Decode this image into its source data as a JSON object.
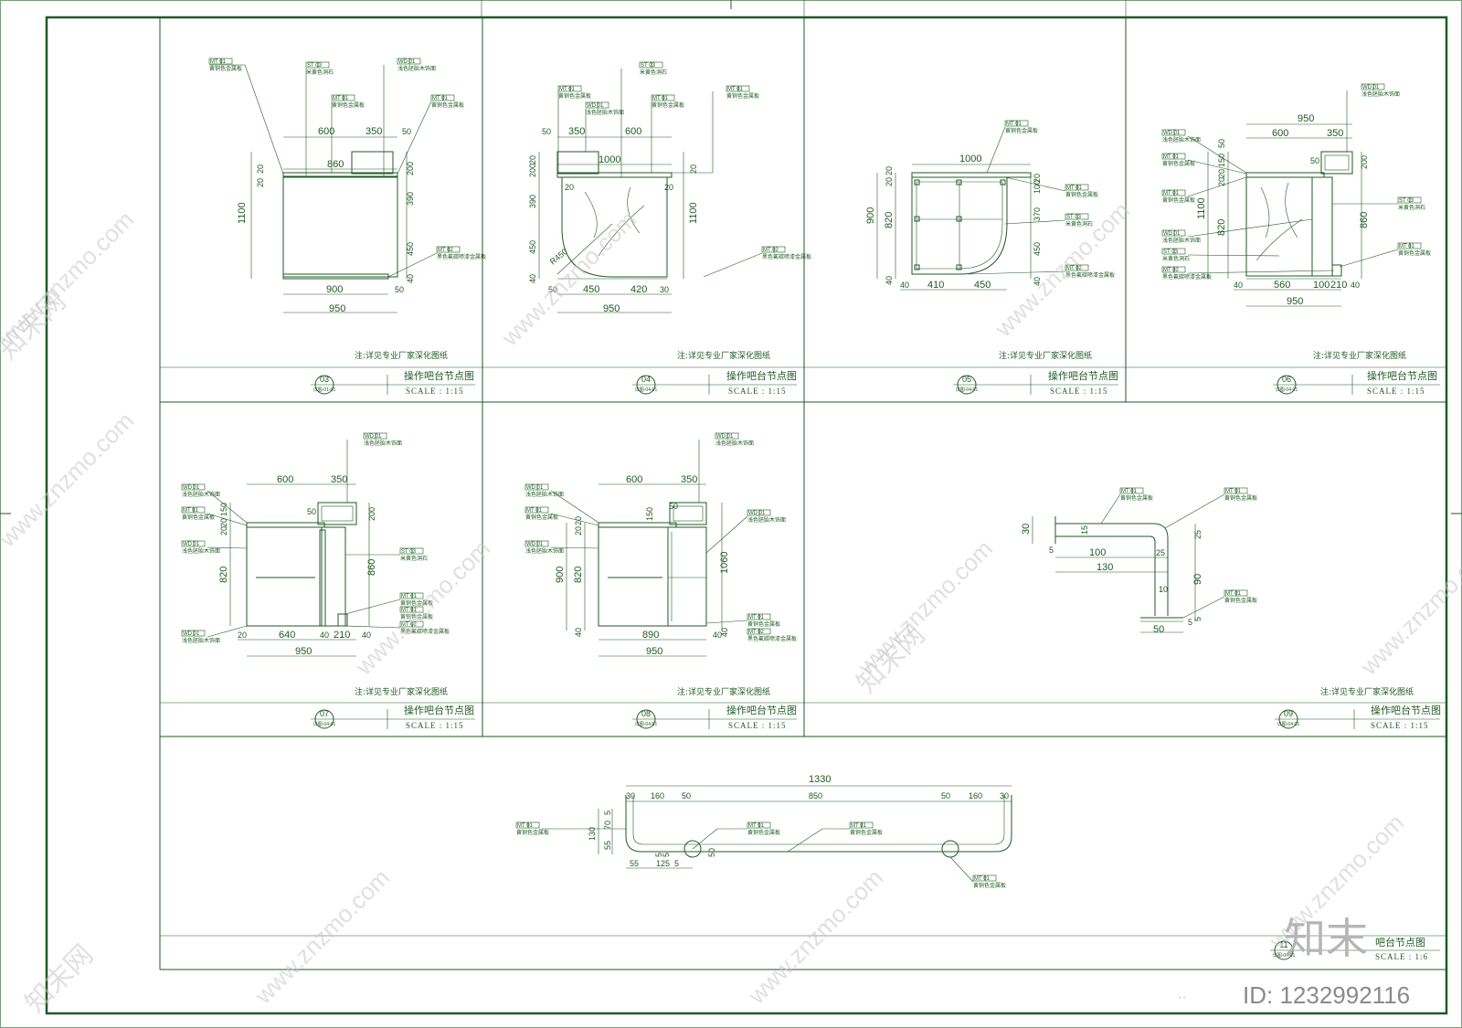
{
  "panels": [
    {
      "num": "03",
      "ref": "详图-01-01",
      "title": "操作吧台节点图",
      "scale": "SCALE : 1:15",
      "note": "注:详见专业厂家深化图纸"
    },
    {
      "num": "04",
      "ref": "详图-04-01",
      "title": "操作吧台节点图",
      "scale": "SCALE : 1:15",
      "note": "注:详见专业厂家深化图纸"
    },
    {
      "num": "05",
      "ref": "详图-04-01",
      "title": "操作吧台节点图",
      "scale": "SCALE : 1:15",
      "note": "注:详见专业厂家深化图纸"
    },
    {
      "num": "06",
      "ref": "详图-04-01",
      "title": "操作吧台节点图",
      "scale": "SCALE : 1:15",
      "note": "注:详见专业厂家深化图纸"
    },
    {
      "num": "07",
      "ref": "详图-04-01",
      "title": "操作吧台节点图",
      "scale": "SCALE : 1:15",
      "note": "注:详见专业厂家深化图纸"
    },
    {
      "num": "08",
      "ref": "详图-04-01",
      "title": "操作吧台节点图",
      "scale": "SCALE : 1:15",
      "note": "注:详见专业厂家深化图纸"
    },
    {
      "num": "09",
      "ref": "详图-04-01",
      "title": "操作吧台节点图",
      "scale": "SCALE : 1:15",
      "note": "注:详见专业厂家深化图纸"
    },
    {
      "num": "11",
      "ref": "详图-04-01",
      "title": "吧台节点图",
      "scale": "SCALE : 1:6",
      "note": ""
    }
  ],
  "materials": {
    "mt01_code": "MT 01",
    "mt01": "黄铜色金属板",
    "mt02_code": "MT 02",
    "mt02": "黑色氟碳喷漆金属板",
    "st03_code": "ST 03",
    "st03": "米黄色洞石",
    "wd01_code": "WD 01",
    "wd01": "浅色胚胎木饰面"
  },
  "dims": {
    "d03": {
      "w600": "600",
      "w350": "350",
      "w860": "860",
      "w900": "900",
      "w950": "950",
      "w50": "50",
      "w50b": "50",
      "h1100": "1100",
      "h20": "20",
      "h20b": "20",
      "h20c": "20",
      "h200": "200",
      "h390": "390",
      "h450": "450",
      "h40": "40"
    },
    "d04": {
      "w350": "350",
      "w600": "600",
      "w1000": "1000",
      "w450": "450",
      "w420": "420",
      "w30": "30",
      "w50": "50",
      "w50b": "50",
      "w950": "950",
      "h20": "20",
      "h200": "200",
      "h390": "390",
      "h450": "450",
      "h40": "40",
      "h20b": "20",
      "h20c": "20",
      "h1100": "1100",
      "r450": "R450"
    },
    "d05": {
      "w1000": "1000",
      "w410": "410",
      "w450": "450",
      "w40": "40",
      "h20": "20",
      "h20b": "20",
      "h820": "820",
      "h900": "900",
      "h40": "40",
      "h100": "100",
      "h370": "370",
      "h450": "450",
      "h40b": "40"
    },
    "d06": {
      "w950": "950",
      "w600": "600",
      "w350": "350",
      "w50": "50",
      "w560": "560",
      "w100": "100",
      "w210": "210",
      "w40": "40",
      "w40b": "40",
      "w950b": "950",
      "h50": "50",
      "h150": "150",
      "h20": "20",
      "h20b": "20",
      "h1100": "1100",
      "h820": "820",
      "h200": "200",
      "h860": "860"
    },
    "d07": {
      "w600": "600",
      "w350": "350",
      "w50": "50",
      "w640": "640",
      "w40": "40",
      "w210": "210",
      "w40b": "40",
      "w20": "20",
      "w950": "950",
      "h150": "150",
      "h20": "20",
      "h20b": "20",
      "h820": "820",
      "h200": "200",
      "h860": "860"
    },
    "d08": {
      "w600": "600",
      "w350": "350",
      "w50": "50",
      "w150": "150",
      "w890": "890",
      "w40": "40",
      "w950": "950",
      "h20": "20",
      "h20b": "20",
      "h900": "900",
      "h820": "820",
      "h40": "40",
      "h1060": "1060",
      "h40b": "40"
    },
    "d09": {
      "h30": "30",
      "h15": "15",
      "h25": "25",
      "h90": "90",
      "h10": "10",
      "h5": "5",
      "w100": "100",
      "w130": "130",
      "w25": "25",
      "w5": "5",
      "w50": "50",
      "w5b": "5"
    },
    "d11": {
      "w1330": "1330",
      "w30": "30",
      "w160": "160",
      "w50": "50",
      "w850": "850",
      "w50b": "50",
      "w160b": "160",
      "w30b": "30",
      "h5": "5",
      "h70": "70",
      "h55": "55",
      "h130": "130",
      "w55": "55",
      "w125": "125",
      "w5": "5",
      "w5b": "5",
      "w5c": "5",
      "w50c": "50"
    }
  },
  "watermark": {
    "url": "www.znzmo.com",
    "cn": "知末网",
    "logo": "知末",
    "id": "ID: 1232992116"
  },
  "footer": "-  -"
}
